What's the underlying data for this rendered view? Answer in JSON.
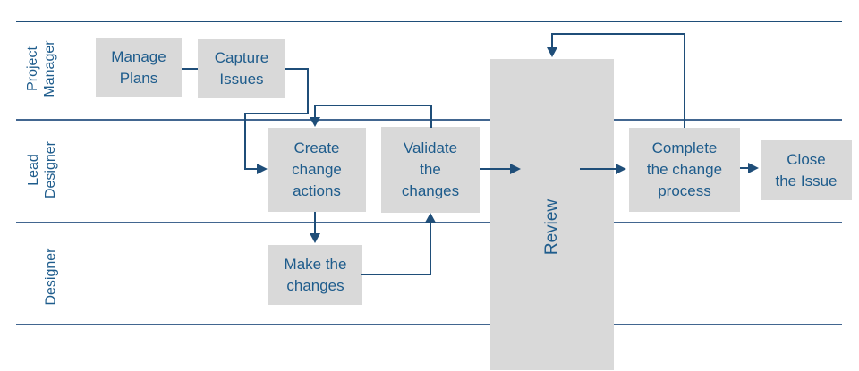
{
  "colors": {
    "node_fill": "#d9d9d9",
    "node_text": "#1e5c8c",
    "connector": "#1f4e79",
    "lane_line": "#426690",
    "lane_line_top": "#1f4e79",
    "bg": "#ffffff"
  },
  "lanes": [
    {
      "label": "Project\nManager"
    },
    {
      "label": "Lead\nDesigner"
    },
    {
      "label": "Designer"
    }
  ],
  "nodes": {
    "manage_plans": "Manage\nPlans",
    "capture_issues": "Capture\nIssues",
    "create_change_actions": "Create\nchange\nactions",
    "validate_the_changes": "Validate\nthe\nchanges",
    "make_the_changes": "Make the\nchanges",
    "review": "Review",
    "complete_the_change_process": "Complete\nthe change\nprocess",
    "close_the_issue": "Close\nthe Issue"
  },
  "edges": [
    {
      "from": "Manage Plans",
      "to": "Capture Issues",
      "arrow": false
    },
    {
      "from": "Capture Issues",
      "to": "Create change actions",
      "arrow": true
    },
    {
      "from": "Validate the changes",
      "to": "Create change actions",
      "arrow": true,
      "type": "feedback"
    },
    {
      "from": "Create change actions",
      "to": "Make the changes",
      "arrow": true
    },
    {
      "from": "Make the changes",
      "to": "Validate the changes",
      "arrow": true
    },
    {
      "from": "Validate the changes",
      "to": "Review",
      "arrow": true
    },
    {
      "from": "Review",
      "to": "Complete the change process",
      "arrow": true
    },
    {
      "from": "Complete the change process",
      "to": "Close the Issue",
      "arrow": true
    },
    {
      "from": "Complete the change process",
      "to": "Review",
      "arrow": true,
      "type": "feedback"
    }
  ]
}
